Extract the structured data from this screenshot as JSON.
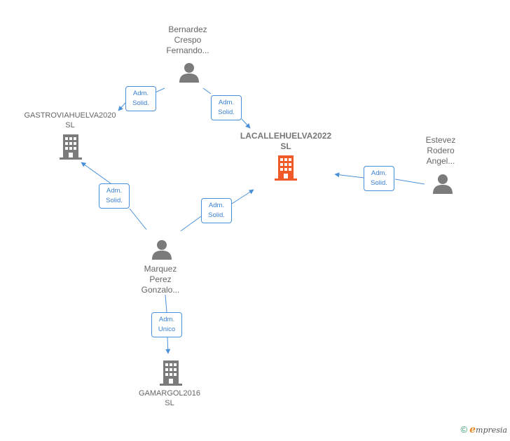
{
  "colors": {
    "edge": "#4a90d9",
    "person_icon": "#7b7b7b",
    "company_icon": "#7b7b7b",
    "focus_company_icon": "#f05a28"
  },
  "nodes": {
    "bernardez": {
      "icon": "person-icon",
      "lines": [
        "Bernardez",
        "Crespo",
        "Fernando..."
      ]
    },
    "gastroviahuelva": {
      "icon": "building-icon",
      "lines": [
        "GASTROVIAHUELVA2020",
        "SL"
      ]
    },
    "lacallehuelva": {
      "icon": "building-icon",
      "lines": [
        "LACALLEHUELVA2022",
        "SL"
      ]
    },
    "estevez": {
      "icon": "person-icon",
      "lines": [
        "Estevez",
        "Rodero",
        "Angel..."
      ]
    },
    "marquez": {
      "icon": "person-icon",
      "lines": [
        "Marquez",
        "Perez",
        "Gonzalo..."
      ]
    },
    "gamargol": {
      "icon": "building-icon",
      "lines": [
        "GAMARGOL2016",
        "SL"
      ]
    }
  },
  "relations": [
    {
      "from": "bernardez",
      "to": "gastroviahuelva",
      "lines": [
        "Adm.",
        "Solid."
      ]
    },
    {
      "from": "bernardez",
      "to": "lacallehuelva",
      "lines": [
        "Adm.",
        "Solid."
      ]
    },
    {
      "from": "estevez",
      "to": "lacallehuelva",
      "lines": [
        "Adm.",
        "Solid."
      ]
    },
    {
      "from": "marquez",
      "to": "gastroviahuelva",
      "lines": [
        "Adm.",
        "Solid."
      ]
    },
    {
      "from": "marquez",
      "to": "lacallehuelva",
      "lines": [
        "Adm.",
        "Solid."
      ]
    },
    {
      "from": "marquez",
      "to": "gamargol",
      "lines": [
        "Adm.",
        "Unico"
      ]
    }
  ],
  "footer": {
    "copyright": "©",
    "brand_initial": "e",
    "brand_rest": "mpresia"
  }
}
